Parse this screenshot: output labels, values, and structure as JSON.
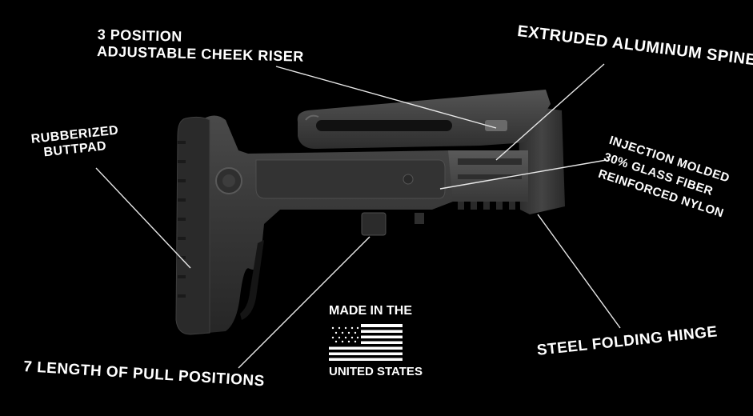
{
  "labels": {
    "cheek_riser": [
      "3 Position",
      "Adjustable Cheek Riser"
    ],
    "spine": "Extruded Aluminum Spine",
    "buttpad": [
      "Rubberized",
      "Buttpad"
    ],
    "nylon": [
      "Injection Molded",
      "30% Glass Fiber",
      "Reinforced Nylon"
    ],
    "hinge": "Steel Folding Hinge",
    "lop": "7 Length of Pull Positions"
  },
  "badge": {
    "top": "Made In The",
    "bottom": "United States"
  },
  "colors": {
    "background": "#000000",
    "text": "#ffffff",
    "stock_body": "#3a3a3a",
    "stock_highlight": "#5a5a5a",
    "stock_shadow": "#1f1f1f"
  }
}
